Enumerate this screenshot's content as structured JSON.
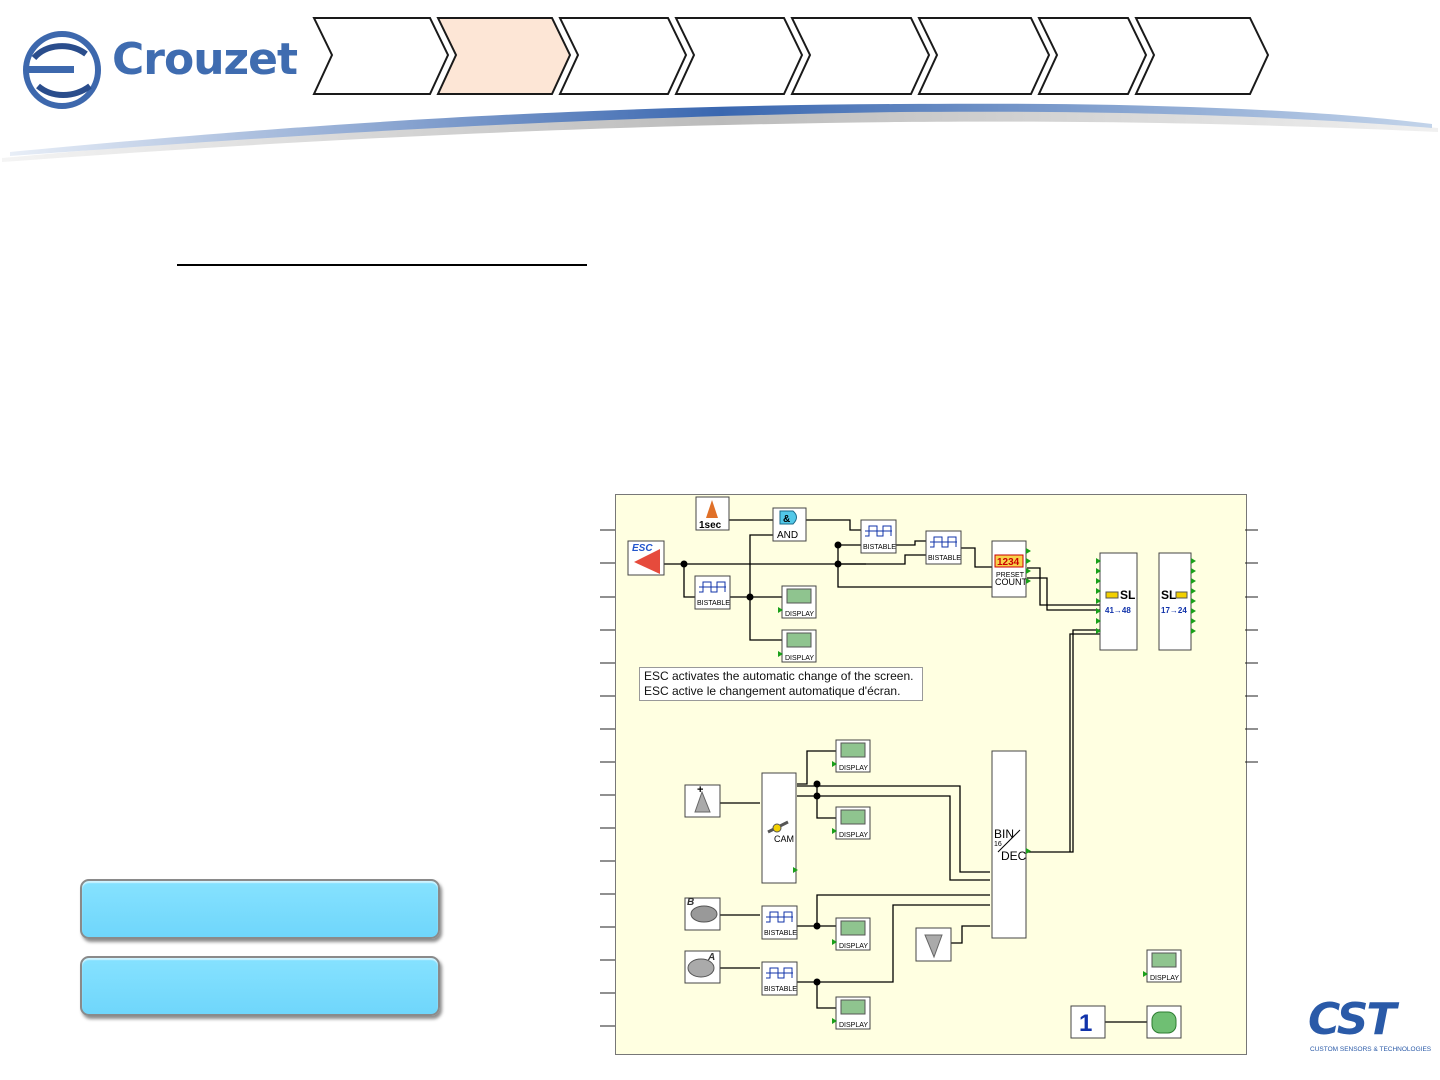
{
  "header": {
    "brand": "Crouzet",
    "nav_steps": [
      {
        "label": "",
        "active": false
      },
      {
        "label": "",
        "active": true
      },
      {
        "label": "",
        "active": false
      },
      {
        "label": "",
        "active": false
      },
      {
        "label": "",
        "active": false
      },
      {
        "label": "",
        "active": false
      },
      {
        "label": "",
        "active": false
      },
      {
        "label": "",
        "active": false
      }
    ]
  },
  "sidebar": {
    "buttons": [
      {
        "label": ""
      },
      {
        "label": ""
      }
    ]
  },
  "diagram": {
    "note_line1": "ESC activates the automatic change of the screen.",
    "note_line2": "ESC active le changement automatique d'écran.",
    "blocks": {
      "esc": "ESC",
      "timer": "1sec",
      "and": "AND",
      "and_symbol": "&",
      "bistable": "BISTABLE",
      "display": "DISPLAY",
      "counter_digits": "1234",
      "preset": "PRESET",
      "count": "COUNT",
      "sl": "SL",
      "sl1_range": "41→48",
      "sl2_range": "17→24",
      "cam": "CAM",
      "bin": "BIN",
      "dec": "DEC",
      "bin_bits": "16",
      "plus": "+",
      "b_key": "B",
      "a_key": "A",
      "constant": "1"
    }
  },
  "footer": {
    "partner_logo": "CST",
    "partner_tagline": "CUSTOM SENSORS & TECHNOLOGIES"
  },
  "colors": {
    "accent_blue": "#3f6cb0",
    "nav_active": "#fde6d6",
    "button_cyan": "#7ddcfd",
    "canvas_bg": "#ffffe1"
  }
}
